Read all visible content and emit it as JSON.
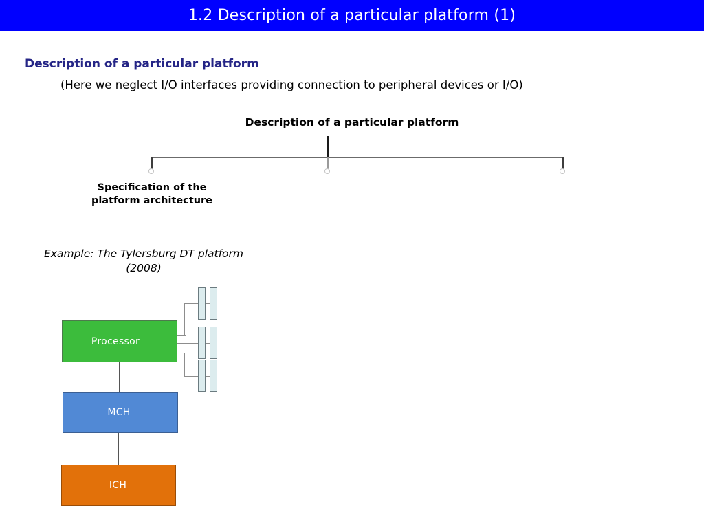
{
  "slide": {
    "title": "1.2 Description of a particular platform (1)",
    "title_bar_color": "#0000ff",
    "title_text_color": "#ffffff"
  },
  "heading": {
    "text": "Description of a particular platform",
    "color": "#252586",
    "note": "(Here we neglect I/O interfaces providing connection to peripheral devices or I/O)"
  },
  "tree": {
    "root_label": "Description of a particular platform",
    "leaf_label_1": "Specification of the platform architecture",
    "leaf_label_2": "",
    "leaf_label_3": "",
    "node_count": 3
  },
  "example": {
    "caption": "Example: The Tylersburg DT platform (2008)"
  },
  "block_diagram": {
    "blocks": [
      {
        "id": "processor",
        "label": "Processor",
        "color": "#3cbc3c",
        "text_color": "#ffffff"
      },
      {
        "id": "mch",
        "label": "MCH",
        "color": "#5189d5",
        "text_color": "#ffffff"
      },
      {
        "id": "ich",
        "label": "ICH",
        "color": "#e2710a",
        "text_color": "#ffffff"
      }
    ],
    "memory_modules": {
      "pair_count": 3,
      "bars_per_pair": 2,
      "fill_color": "#dcecee",
      "border_color": "#6b7b80"
    },
    "links": [
      {
        "from": "processor",
        "to": "mch"
      },
      {
        "from": "mch",
        "to": "ich"
      },
      {
        "from": "processor",
        "to": "memory-pair-1"
      },
      {
        "from": "processor",
        "to": "memory-pair-2"
      },
      {
        "from": "processor",
        "to": "memory-pair-3"
      }
    ]
  }
}
